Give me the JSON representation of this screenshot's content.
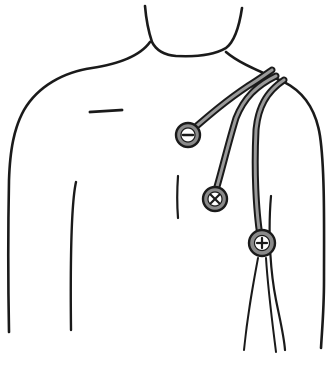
{
  "illustration": {
    "subject": "torso-outline",
    "electrodes": [
      {
        "symbol": "minus"
      },
      {
        "symbol": "x"
      },
      {
        "symbol": "plus"
      }
    ],
    "colors": {
      "ink": "#1a1a1a",
      "lead_fill": "#9a9a9a",
      "electrode_ring": "#8a8a8a",
      "background": "#ffffff"
    }
  }
}
